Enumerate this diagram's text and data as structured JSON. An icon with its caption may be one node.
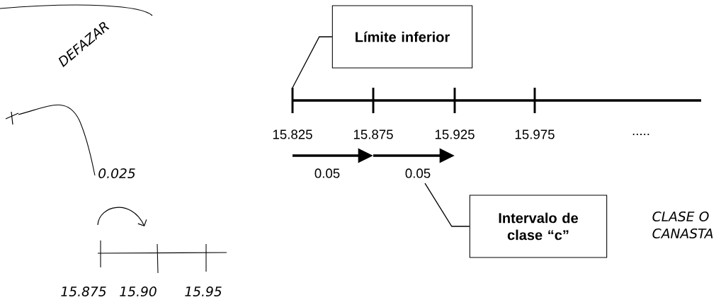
{
  "diagram": {
    "nodes": [
      {
        "text": [
          "Límite inferior"
        ]
      },
      {
        "text": [
          "0.05"
        ]
      },
      {
        "text": [
          "Intervalo de clase “c”"
        ]
      }
    ],
    "edges": [
      {
        "from": 0,
        "to": null,
        "arrow": "none"
      },
      {
        "from": 2,
        "to": 1,
        "arrow": "none"
      }
    ],
    "labels": [
      "DEFAZAR",
      "15.825",
      "15.875",
      "15.925",
      "15.975",
      ".....",
      "0.025",
      "0.05",
      "CLASE O CANASTA",
      "15.875",
      "15.90",
      "15.95"
    ]
  }
}
